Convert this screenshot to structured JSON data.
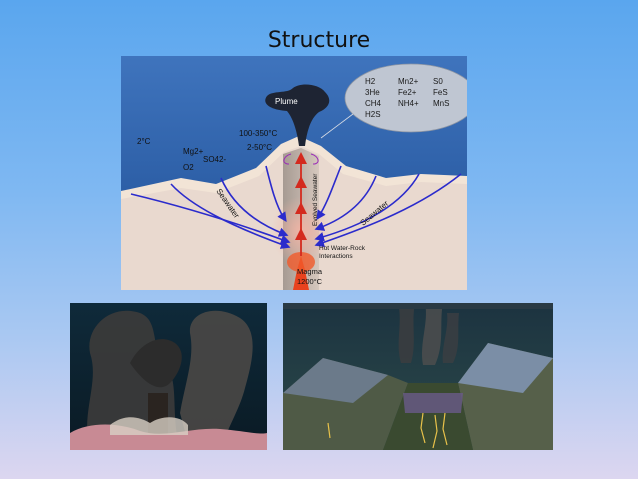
{
  "slide": {
    "title": "Structure"
  },
  "diagram": {
    "plume_label": "Plume",
    "ambient_temp": "2°C",
    "vent_temp_high": "100-350°C",
    "vent_temp_low": "2-50°C",
    "seawater_left": "Seawater",
    "seawater_right": "Seawater",
    "evolved_seawater": "Evolved Seawater",
    "interaction_line1": "Hot Water-Rock",
    "interaction_line2": "Interactions",
    "magma_label": "Magma",
    "magma_temp": "1200°C",
    "chemicals": {
      "col1": [
        "H2",
        "3He",
        "CH4",
        "H2S"
      ],
      "col2": [
        "Mn2+",
        "Fe2+",
        "NH4+"
      ],
      "col3": [
        "S0",
        "FeS",
        "MnS"
      ]
    },
    "seawater_ions": [
      "Mg2+",
      "SO42-",
      "O2"
    ],
    "colors": {
      "ocean": "#2d5fa6",
      "crust": "#ecdcd2",
      "flow_arrows": "#2b2bcc",
      "hot_flow": "#d42a1e",
      "magma": "#e8421e",
      "plume": "#1e2433"
    }
  },
  "photos": {
    "left": "black-smoker-photo",
    "right": "vent-illustration"
  }
}
